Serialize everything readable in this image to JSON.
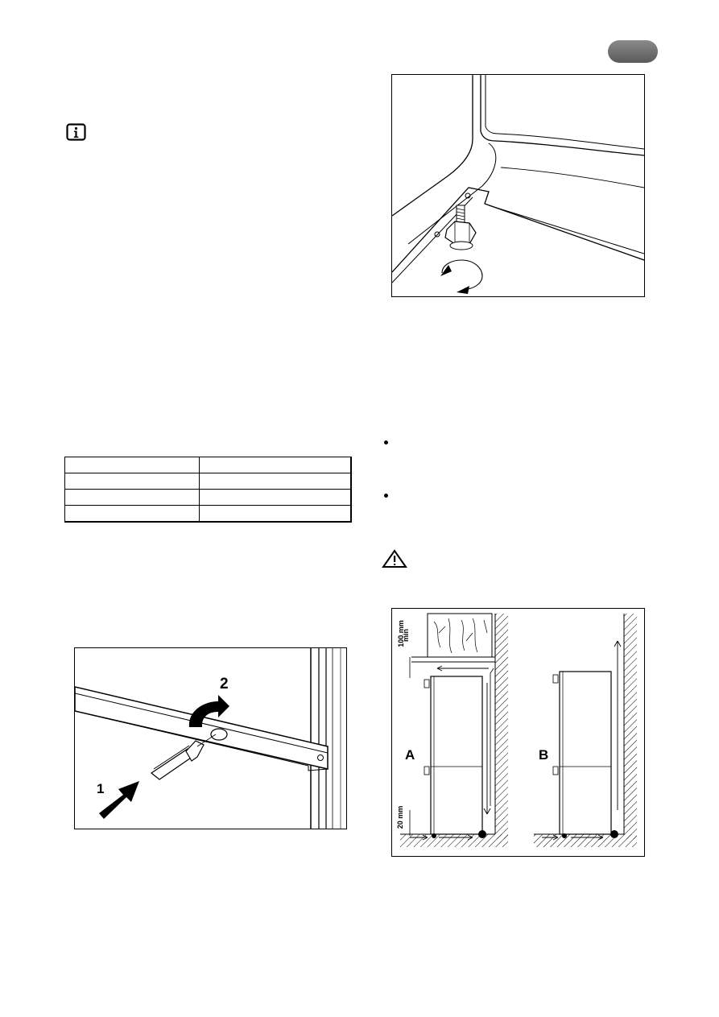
{
  "figure_foot": {
    "caption": ""
  },
  "figure_lock": {
    "step_1": "1",
    "step_2": "2"
  },
  "figure_vent": {
    "label_a": "A",
    "label_b": "B",
    "top_clearance": "100 mm",
    "top_clearance_suffix": "min",
    "bottom_clearance": "20 mm"
  },
  "table": {
    "rows": [
      [
        "",
        ""
      ],
      [
        "",
        ""
      ],
      [
        "",
        ""
      ],
      [
        "",
        ""
      ]
    ]
  },
  "icons": {
    "info": "info-icon",
    "warning": "warning-icon",
    "bullet": "bullet-icon"
  },
  "colors": {
    "tab": "#6e6e6e",
    "hatch": "#000000"
  }
}
